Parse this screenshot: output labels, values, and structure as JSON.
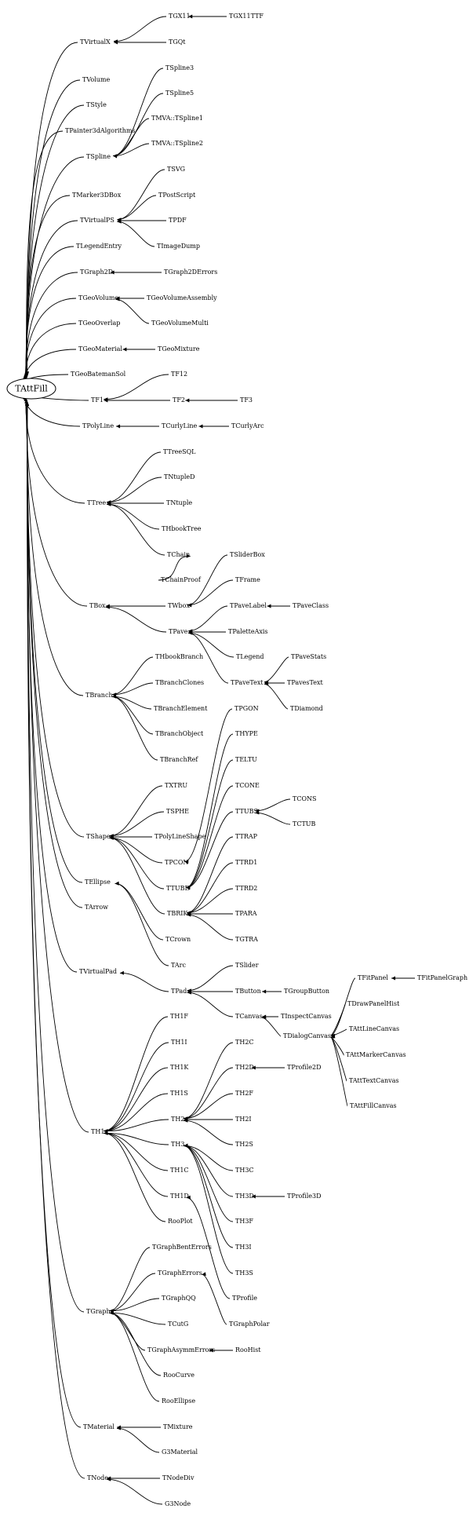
{
  "root": "TAttFill",
  "nodes": {
    "TAttFill": "TAttFill",
    "TVirtualX": "TVirtualX",
    "TGX11": "TGX11",
    "TGX11TTF": "TGX11TTF",
    "TGQt": "TGQt",
    "TVolume": "TVolume",
    "TStyle": "TStyle",
    "TPainter3dAlgorithms": "TPainter3dAlgorithms",
    "TSpline": "TSpline",
    "TSpline3": "TSpline3",
    "TSpline5": "TSpline5",
    "TMVA_TSpline1": "TMVA::TSpline1",
    "TMVA_TSpline2": "TMVA::TSpline2",
    "TMarker3DBox": "TMarker3DBox",
    "TVirtualPS": "TVirtualPS",
    "TSVG": "TSVG",
    "TPostScript": "TPostScript",
    "TPDF": "TPDF",
    "TImageDump": "TImageDump",
    "TLegendEntry": "TLegendEntry",
    "TGraph2D": "TGraph2D",
    "TGraph2DErrors": "TGraph2DErrors",
    "TGeoVolume": "TGeoVolume",
    "TGeoVolumeAssembly": "TGeoVolumeAssembly",
    "TGeoVolumeMulti": "TGeoVolumeMulti",
    "TGeoOverlap": "TGeoOverlap",
    "TGeoMaterial": "TGeoMaterial",
    "TGeoMixture": "TGeoMixture",
    "TGeoBatemanSol": "TGeoBatemanSol",
    "TF1": "TF1",
    "TF12": "TF12",
    "TF2": "TF2",
    "TF3": "TF3",
    "TPolyLine": "TPolyLine",
    "TCurlyLine": "TCurlyLine",
    "TCurlyArc": "TCurlyArc",
    "TTree": "TTree",
    "TTreeSQL": "TTreeSQL",
    "TNtupleD": "TNtupleD",
    "TNtuple": "TNtuple",
    "THbookTree": "THbookTree",
    "TChain": "TChain",
    "TChainProof": "TChainProof",
    "TBox": "TBox",
    "TWbox": "TWbox",
    "TSliderBox": "TSliderBox",
    "TFrame": "TFrame",
    "TPave": "TPave",
    "TPaveLabel": "TPaveLabel",
    "TPaveClass": "TPaveClass",
    "TPaletteAxis": "TPaletteAxis",
    "TLegend": "TLegend",
    "TPaveText": "TPaveText",
    "TPaveStats": "TPaveStats",
    "TPavesText": "TPavesText",
    "TDiamond": "TDiamond",
    "TBranch": "TBranch",
    "THbookBranch": "THbookBranch",
    "TBranchClones": "TBranchClones",
    "TBranchElement": "TBranchElement",
    "TBranchObject": "TBranchObject",
    "TBranchRef": "TBranchRef",
    "TShape": "TShape",
    "TXTRU": "TXTRU",
    "TSPHE": "TSPHE",
    "TPolyLineShape": "TPolyLineShape",
    "TPCON": "TPCON",
    "TPGON": "TPGON",
    "TTUBE": "TTUBE",
    "THYPE": "THYPE",
    "TELTU": "TELTU",
    "TCONE": "TCONE",
    "TTUBS": "TTUBS",
    "TCONS": "TCONS",
    "TCTUB": "TCTUB",
    "TBRIK": "TBRIK",
    "TTRAP": "TTRAP",
    "TTRD1": "TTRD1",
    "TTRD2": "TTRD2",
    "TPARA": "TPARA",
    "TGTRA": "TGTRA",
    "TCrown": "TCrown",
    "TEllipse": "TEllipse",
    "TArc": "TArc",
    "TArrow": "TArrow",
    "TVirtualPad": "TVirtualPad",
    "TPad": "TPad",
    "TSlider": "TSlider",
    "TButton": "TButton",
    "TGroupButton": "TGroupButton",
    "TCanvas": "TCanvas",
    "TInspectCanvas": "TInspectCanvas",
    "TDialogCanvas": "TDialogCanvas",
    "TFitPanel": "TFitPanel",
    "TFitPanelGraph": "TFitPanelGraph",
    "TDrawPanelHist": "TDrawPanelHist",
    "TAttLineCanvas": "TAttLineCanvas",
    "TAttMarkerCanvas": "TAttMarkerCanvas",
    "TAttTextCanvas": "TAttTextCanvas",
    "TAttFillCanvas": "TAttFillCanvas",
    "TH1": "TH1",
    "TH1F": "TH1F",
    "TH1I": "TH1I",
    "TH1K": "TH1K",
    "TH1S": "TH1S",
    "TH1C": "TH1C",
    "TH1D": "TH1D",
    "RooPlot": "RooPlot",
    "TH2": "TH2",
    "TH2C": "TH2C",
    "TH2D": "TH2D",
    "TProfile2D": "TProfile2D",
    "TH2F": "TH2F",
    "TH2I": "TH2I",
    "TH2S": "TH2S",
    "TH3": "TH3",
    "TH3C": "TH3C",
    "TH3D": "TH3D",
    "TProfile3D": "TProfile3D",
    "TH3F": "TH3F",
    "TH3I": "TH3I",
    "TH3S": "TH3S",
    "TProfile": "TProfile",
    "TGraph": "TGraph",
    "TGraphBentErrors": "TGraphBentErrors",
    "TGraphErrors": "TGraphErrors",
    "TGraphQQ": "TGraphQQ",
    "TCutG": "TCutG",
    "TGraphPolar": "TGraphPolar",
    "TGraphAsymmErrors": "TGraphAsymmErrors",
    "RooHist": "RooHist",
    "RooCurve": "RooCurve",
    "RooEllipse": "RooEllipse",
    "TMaterial": "TMaterial",
    "TMixture": "TMixture",
    "G3Material": "G3Material",
    "TNode": "TNode",
    "TNodeDiv": "TNodeDiv",
    "G3Node": "G3Node"
  },
  "edges": [
    [
      "TVirtualX",
      "TAttFill"
    ],
    [
      "TVolume",
      "TAttFill"
    ],
    [
      "TStyle",
      "TAttFill"
    ],
    [
      "TPainter3dAlgorithms",
      "TAttFill"
    ],
    [
      "TSpline",
      "TAttFill"
    ],
    [
      "TMarker3DBox",
      "TAttFill"
    ],
    [
      "TVirtualPS",
      "TAttFill"
    ],
    [
      "TLegendEntry",
      "TAttFill"
    ],
    [
      "TGraph2D",
      "TAttFill"
    ],
    [
      "TGeoVolume",
      "TAttFill"
    ],
    [
      "TGeoOverlap",
      "TAttFill"
    ],
    [
      "TGeoMaterial",
      "TAttFill"
    ],
    [
      "TGeoBatemanSol",
      "TAttFill"
    ],
    [
      "TF1",
      "TAttFill"
    ],
    [
      "TPolyLine",
      "TAttFill"
    ],
    [
      "TTree",
      "TAttFill"
    ],
    [
      "TBox",
      "TAttFill"
    ],
    [
      "TBranch",
      "TAttFill"
    ],
    [
      "TShape",
      "TAttFill"
    ],
    [
      "TEllipse",
      "TAttFill"
    ],
    [
      "TArrow",
      "TAttFill"
    ],
    [
      "TVirtualPad",
      "TAttFill"
    ],
    [
      "TH1",
      "TAttFill"
    ],
    [
      "TGraph",
      "TAttFill"
    ],
    [
      "TMaterial",
      "TAttFill"
    ],
    [
      "TNode",
      "TAttFill"
    ],
    [
      "TGX11",
      "TVirtualX"
    ],
    [
      "TGQt",
      "TVirtualX"
    ],
    [
      "TGX11TTF",
      "TGX11"
    ],
    [
      "TSpline3",
      "TSpline"
    ],
    [
      "TSpline5",
      "TSpline"
    ],
    [
      "TMVA_TSpline1",
      "TSpline"
    ],
    [
      "TMVA_TSpline2",
      "TSpline"
    ],
    [
      "TSVG",
      "TVirtualPS"
    ],
    [
      "TPostScript",
      "TVirtualPS"
    ],
    [
      "TPDF",
      "TVirtualPS"
    ],
    [
      "TImageDump",
      "TVirtualPS"
    ],
    [
      "TGraph2DErrors",
      "TGraph2D"
    ],
    [
      "TGeoVolumeAssembly",
      "TGeoVolume"
    ],
    [
      "TGeoVolumeMulti",
      "TGeoVolume"
    ],
    [
      "TGeoMixture",
      "TGeoMaterial"
    ],
    [
      "TF12",
      "TF1"
    ],
    [
      "TF2",
      "TF1"
    ],
    [
      "TF3",
      "TF2"
    ],
    [
      "TCurlyLine",
      "TPolyLine"
    ],
    [
      "TCurlyArc",
      "TCurlyLine"
    ],
    [
      "TTreeSQL",
      "TTree"
    ],
    [
      "TNtupleD",
      "TTree"
    ],
    [
      "TNtuple",
      "TTree"
    ],
    [
      "THbookTree",
      "TTree"
    ],
    [
      "TChain",
      "TTree"
    ],
    [
      "TChainProof",
      "TChain"
    ],
    [
      "TWbox",
      "TBox"
    ],
    [
      "TPave",
      "TBox"
    ],
    [
      "TSliderBox",
      "TWbox"
    ],
    [
      "TFrame",
      "TWbox"
    ],
    [
      "TPaveLabel",
      "TPave"
    ],
    [
      "TPaletteAxis",
      "TPave"
    ],
    [
      "TLegend",
      "TPave"
    ],
    [
      "TPaveText",
      "TPave"
    ],
    [
      "TPaveClass",
      "TPaveLabel"
    ],
    [
      "TPaveStats",
      "TPaveText"
    ],
    [
      "TPavesText",
      "TPaveText"
    ],
    [
      "TDiamond",
      "TPaveText"
    ],
    [
      "THbookBranch",
      "TBranch"
    ],
    [
      "TBranchClones",
      "TBranch"
    ],
    [
      "TBranchElement",
      "TBranch"
    ],
    [
      "TBranchObject",
      "TBranch"
    ],
    [
      "TBranchRef",
      "TBranch"
    ],
    [
      "TXTRU",
      "TShape"
    ],
    [
      "TSPHE",
      "TShape"
    ],
    [
      "TPolyLineShape",
      "TShape"
    ],
    [
      "TPCON",
      "TShape"
    ],
    [
      "TTUBE",
      "TShape"
    ],
    [
      "TBRIK",
      "TShape"
    ],
    [
      "TPGON",
      "TPCON"
    ],
    [
      "THYPE",
      "TTUBE"
    ],
    [
      "TELTU",
      "TTUBE"
    ],
    [
      "TCONE",
      "TTUBE"
    ],
    [
      "TTUBS",
      "TTUBE"
    ],
    [
      "TCONS",
      "TTUBS"
    ],
    [
      "TCTUB",
      "TTUBS"
    ],
    [
      "TTRAP",
      "TBRIK"
    ],
    [
      "TTRD1",
      "TBRIK"
    ],
    [
      "TTRD2",
      "TBRIK"
    ],
    [
      "TPARA",
      "TBRIK"
    ],
    [
      "TGTRA",
      "TBRIK"
    ],
    [
      "TCrown",
      "TEllipse"
    ],
    [
      "TArc",
      "TEllipse"
    ],
    [
      "TPad",
      "TVirtualPad"
    ],
    [
      "TSlider",
      "TPad"
    ],
    [
      "TButton",
      "TPad"
    ],
    [
      "TCanvas",
      "TPad"
    ],
    [
      "TGroupButton",
      "TButton"
    ],
    [
      "TInspectCanvas",
      "TCanvas"
    ],
    [
      "TDialogCanvas",
      "TCanvas"
    ],
    [
      "TFitPanel",
      "TDialogCanvas"
    ],
    [
      "TDrawPanelHist",
      "TDialogCanvas"
    ],
    [
      "TAttLineCanvas",
      "TDialogCanvas"
    ],
    [
      "TAttMarkerCanvas",
      "TDialogCanvas"
    ],
    [
      "TAttTextCanvas",
      "TDialogCanvas"
    ],
    [
      "TAttFillCanvas",
      "TDialogCanvas"
    ],
    [
      "TFitPanelGraph",
      "TFitPanel"
    ],
    [
      "TH1F",
      "TH1"
    ],
    [
      "TH1I",
      "TH1"
    ],
    [
      "TH1K",
      "TH1"
    ],
    [
      "TH1S",
      "TH1"
    ],
    [
      "TH2",
      "TH1"
    ],
    [
      "TH3",
      "TH1"
    ],
    [
      "TH1C",
      "TH1"
    ],
    [
      "TH1D",
      "TH1"
    ],
    [
      "RooPlot",
      "TH1"
    ],
    [
      "TH2C",
      "TH2"
    ],
    [
      "TH2D",
      "TH2"
    ],
    [
      "TH2F",
      "TH2"
    ],
    [
      "TH2I",
      "TH2"
    ],
    [
      "TH2S",
      "TH2"
    ],
    [
      "TProfile2D",
      "TH2D"
    ],
    [
      "TH3C",
      "TH3"
    ],
    [
      "TH3D",
      "TH3"
    ],
    [
      "TH3F",
      "TH3"
    ],
    [
      "TH3I",
      "TH3"
    ],
    [
      "TH3S",
      "TH3"
    ],
    [
      "TProfile3D",
      "TH3D"
    ],
    [
      "TProfile",
      "TH1D"
    ],
    [
      "TGraphBentErrors",
      "TGraph"
    ],
    [
      "TGraphErrors",
      "TGraph"
    ],
    [
      "TGraphQQ",
      "TGraph"
    ],
    [
      "TCutG",
      "TGraph"
    ],
    [
      "TGraphAsymmErrors",
      "TGraph"
    ],
    [
      "RooCurve",
      "TGraph"
    ],
    [
      "RooEllipse",
      "TGraph"
    ],
    [
      "TGraphPolar",
      "TGraphErrors"
    ],
    [
      "RooHist",
      "TGraphAsymmErrors"
    ],
    [
      "TMixture",
      "TMaterial"
    ],
    [
      "G3Material",
      "TMaterial"
    ],
    [
      "TNodeDiv",
      "TNode"
    ],
    [
      "G3Node",
      "TNode"
    ]
  ]
}
